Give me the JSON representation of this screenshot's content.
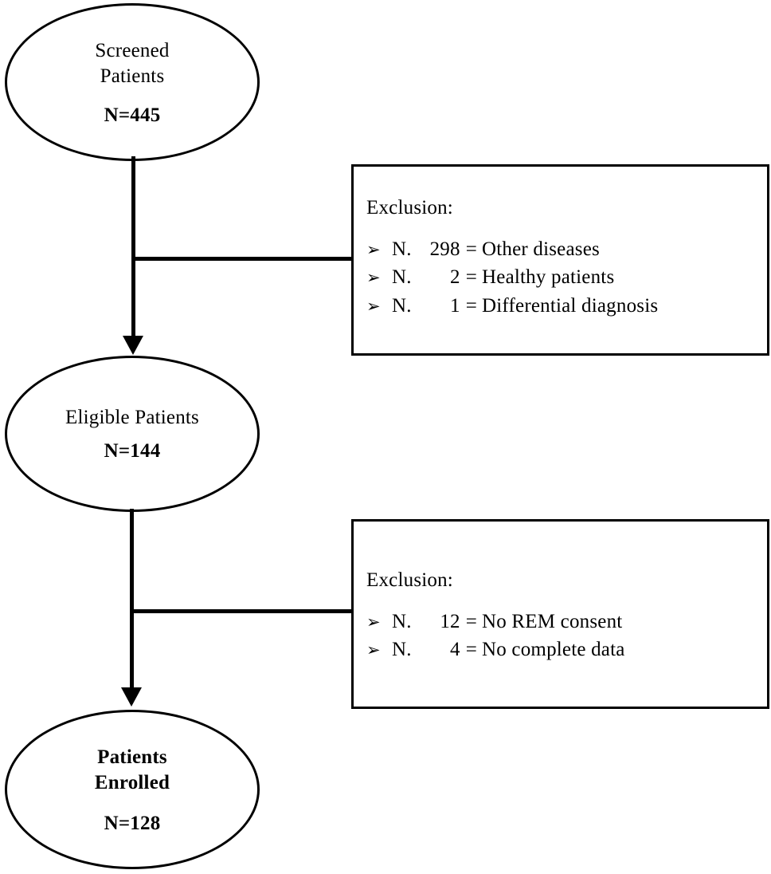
{
  "figure": {
    "type": "flowchart",
    "name": "patient-enrollment-flowchart",
    "background_color": "#ffffff",
    "stroke_color": "#000000"
  },
  "nodes": {
    "screened": {
      "shape": "ellipse",
      "title": "Screened\nPatients",
      "count_label": "N=445",
      "count_value": 445,
      "title_bold": false
    },
    "eligible": {
      "shape": "ellipse",
      "title": "Eligible Patients",
      "count_label": "N=144",
      "count_value": 144,
      "title_bold": false
    },
    "enrolled": {
      "shape": "ellipse",
      "title": "Patients\nEnrolled",
      "count_label": "N=128",
      "count_value": 128,
      "title_bold": true
    }
  },
  "exclusion_boxes": [
    {
      "id": "exclusion-1",
      "heading": "Exclusion:",
      "bullet_glyph": "➢",
      "items": [
        {
          "prefix": "N.",
          "number": "298",
          "equals": "=",
          "text": "Other diseases",
          "value": 298
        },
        {
          "prefix": "N.",
          "number": "2",
          "equals": "=",
          "text": "Healthy patients",
          "value": 2
        },
        {
          "prefix": "N.",
          "number": "1",
          "equals": "=",
          "text": "Differential diagnosis",
          "value": 1
        }
      ]
    },
    {
      "id": "exclusion-2",
      "heading": "Exclusion:",
      "bullet_glyph": "➢",
      "items": [
        {
          "prefix": "N.",
          "number": "12",
          "equals": "=",
          "text": "No REM consent",
          "value": 12
        },
        {
          "prefix": "N.",
          "number": "4",
          "equals": "=",
          "text": "No complete data",
          "value": 4
        }
      ]
    }
  ],
  "connectors": [
    {
      "id": "screened-to-eligible",
      "kind": "arrow-down"
    },
    {
      "id": "screened-to-exclusion-1",
      "kind": "branch-right"
    },
    {
      "id": "eligible-to-enrolled",
      "kind": "arrow-down"
    },
    {
      "id": "eligible-to-exclusion-2",
      "kind": "branch-right"
    }
  ]
}
